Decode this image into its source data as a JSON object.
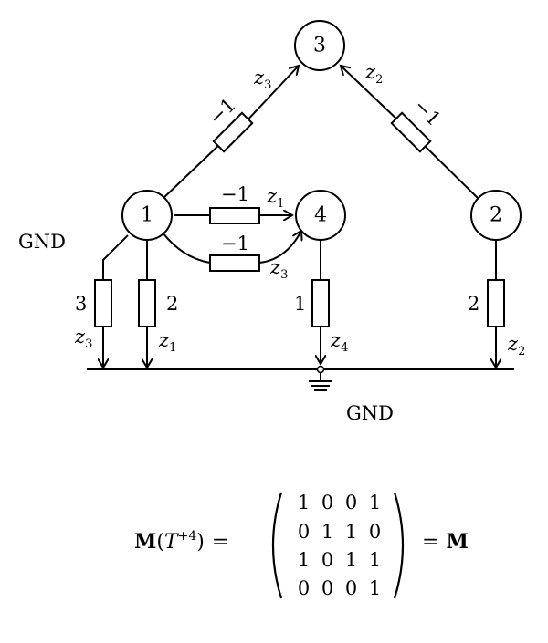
{
  "nodes": [
    "1",
    "2",
    "3",
    "4"
  ],
  "ground_labels": {
    "left": "GND",
    "bottom": "GND"
  },
  "branches": {
    "b13": {
      "value": "−1",
      "z": "z",
      "zsub": "3"
    },
    "b23": {
      "value": "−1",
      "z": "z",
      "zsub": "2"
    },
    "b14_top": {
      "value": "−1",
      "z": "z",
      "zsub": "1"
    },
    "b14_bot": {
      "value": "−1",
      "z": "z",
      "zsub": "3"
    },
    "g1a": {
      "value": "3",
      "z": "z",
      "zsub": "3"
    },
    "g1b": {
      "value": "2",
      "z": "z",
      "zsub": "1"
    },
    "g4": {
      "value": "1",
      "z": "z",
      "zsub": "4"
    },
    "g2": {
      "value": "2",
      "z": "z",
      "zsub": "2"
    }
  },
  "equation": {
    "lhs_M": "M",
    "lhs_open": "(",
    "lhs_T": "T",
    "lhs_sup": "+4",
    "lhs_close": ")",
    "equals1": "=",
    "equals2": "=",
    "rhs_M": "M",
    "matrix": [
      [
        "1",
        "0",
        "0",
        "1"
      ],
      [
        "0",
        "1",
        "1",
        "0"
      ],
      [
        "1",
        "0",
        "1",
        "1"
      ],
      [
        "0",
        "0",
        "0",
        "1"
      ]
    ]
  }
}
